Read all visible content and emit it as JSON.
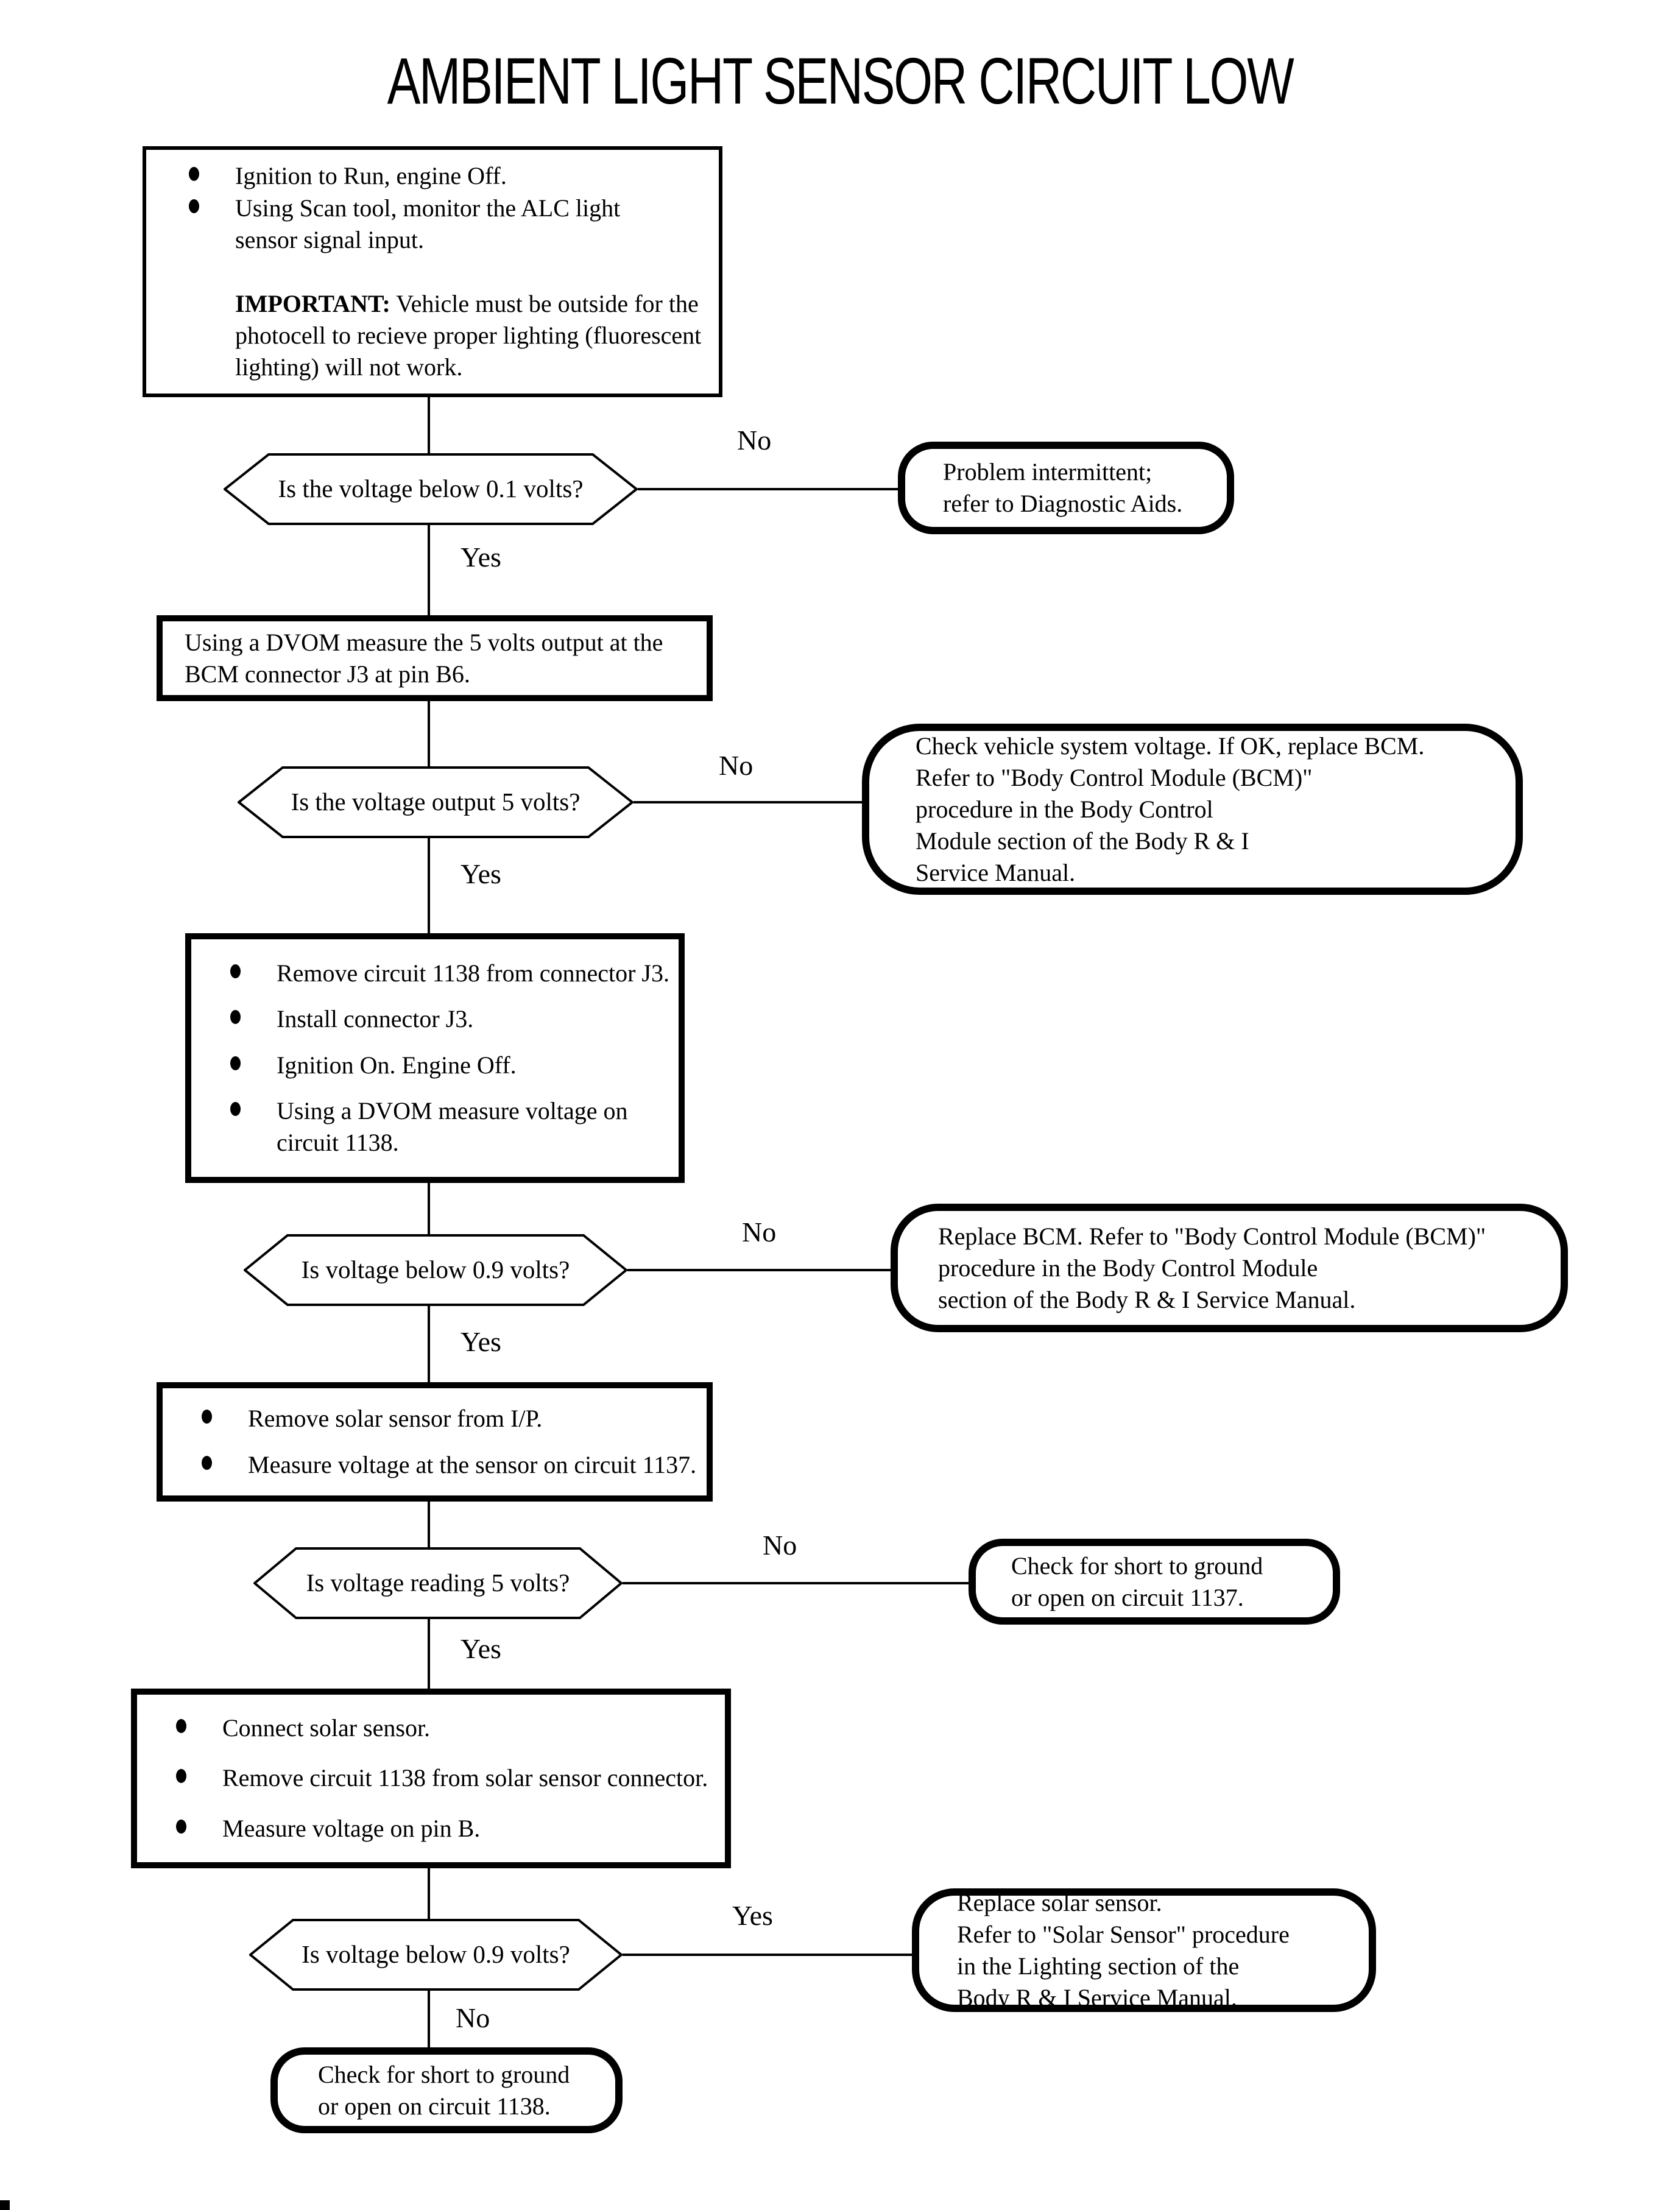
{
  "colors": {
    "ink": "#000000",
    "paper": "#ffffff"
  },
  "title": "AMBIENT LIGHT SENSOR CIRCUIT LOW",
  "nodes": {
    "setup": {
      "bullets": [
        "Ignition to Run, engine Off.",
        "Using Scan tool, monitor the ALC light\nsensor signal input."
      ],
      "important_label": "IMPORTANT:",
      "important_text": " Vehicle must be outside for the\nphotocell to recieve proper lighting (fluorescent\nlighting) will not work."
    },
    "d1": {
      "question": "Is the voltage below 0.1 volts?",
      "no_label": "No",
      "yes_label": "Yes"
    },
    "r1": {
      "text": "Problem intermittent;\nrefer to Diagnostic Aids."
    },
    "p2": {
      "text": "Using a DVOM measure the 5 volts output at the\nBCM connector J3 at pin B6."
    },
    "d2": {
      "question": "Is the voltage output 5 volts?",
      "no_label": "No",
      "yes_label": "Yes"
    },
    "r2": {
      "text": "Check vehicle system voltage. If OK, replace BCM.\nRefer to \"Body Control Module (BCM)\"\nprocedure in the Body Control\nModule section of the Body R & I\nService Manual."
    },
    "p3": {
      "bullets": [
        "Remove circuit 1138 from connector J3.",
        "Install connector J3.",
        "Ignition On.  Engine Off.",
        "Using a DVOM measure voltage on\ncircuit 1138."
      ]
    },
    "d3": {
      "question": "Is voltage below 0.9 volts?",
      "no_label": "No",
      "yes_label": "Yes"
    },
    "r3": {
      "text": "Replace BCM. Refer to \"Body Control Module (BCM)\"\nprocedure in the Body Control Module\nsection of the Body R & I Service Manual."
    },
    "p4": {
      "bullets": [
        "Remove solar sensor from I/P.",
        "Measure voltage at the sensor on circuit 1137."
      ]
    },
    "d4": {
      "question": "Is voltage reading 5 volts?",
      "no_label": "No",
      "yes_label": "Yes"
    },
    "r4": {
      "text": "Check for short to ground\nor open on circuit 1137."
    },
    "p5": {
      "bullets": [
        "Connect solar sensor.",
        "Remove circuit 1138 from solar sensor connector.",
        "Measure voltage on pin B."
      ]
    },
    "d5": {
      "question": "Is voltage below 0.9 volts?",
      "yes_label": "Yes",
      "no_label": "No"
    },
    "r5": {
      "text": "Replace solar sensor.\nRefer to \"Solar Sensor\" procedure\nin the Lighting section of the\nBody R & I Service Manual."
    },
    "t6": {
      "text": "Check for short to ground\nor open on circuit 1138."
    }
  }
}
